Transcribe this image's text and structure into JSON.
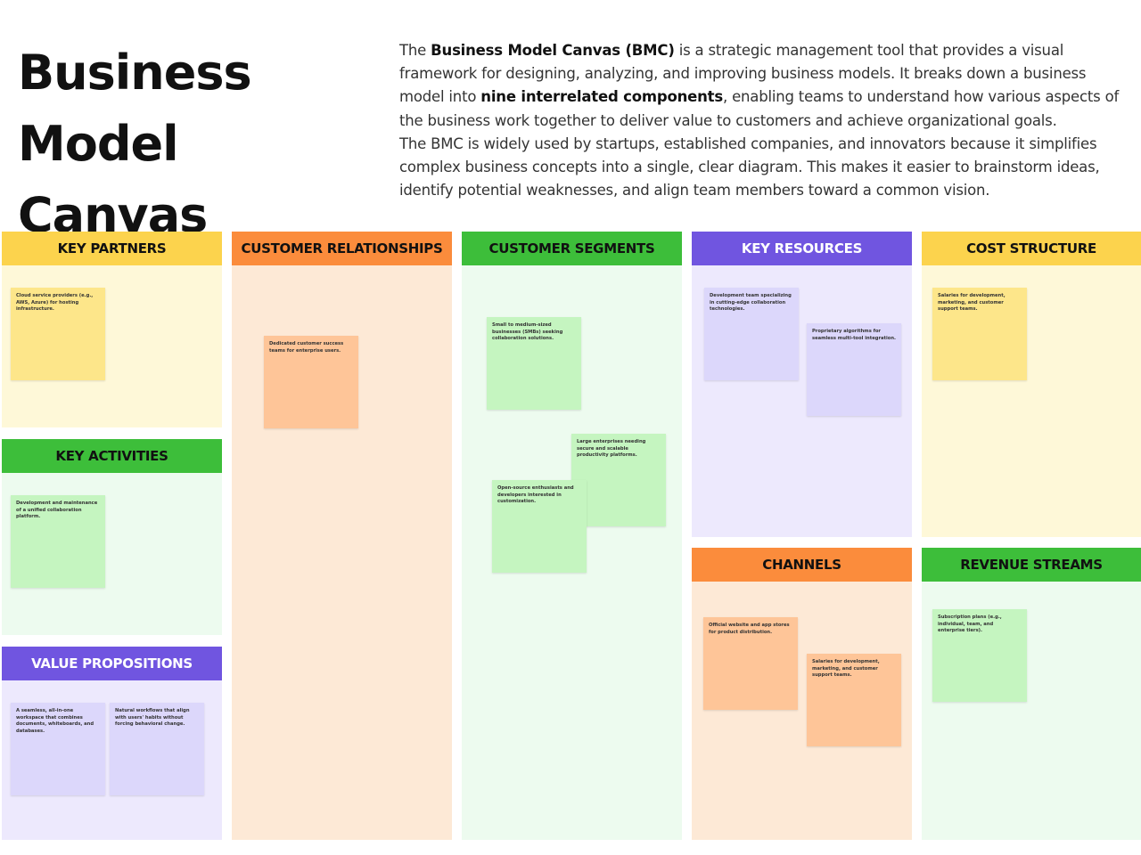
{
  "title": {
    "line1": "Business Model",
    "line2": "Canvas"
  },
  "description": {
    "p1_a": "The ",
    "p1_b": "Business Model Canvas (BMC)",
    "p1_c": " is a strategic management tool that provides a visual framework for designing, analyzing, and improving business models. It breaks down a business model into ",
    "p1_d": "nine interrelated components",
    "p1_e": ", enabling teams to understand how various aspects of the business work together to deliver value to customers and achieve organizational goals.",
    "p2": "The BMC is widely used by startups, established companies, and innovators because it simplifies complex business concepts into a single, clear diagram. This makes it easier to brainstorm ideas, identify potential weaknesses, and align team members toward a common vision."
  },
  "sections": {
    "key_partners": {
      "title": "KEY PARTNERS",
      "notes": [
        "Cloud service providers (e.g., AWS, Azure) for hosting infrastructure."
      ]
    },
    "key_activities": {
      "title": "KEY ACTIVITIES",
      "notes": [
        "Development and maintenance of a unified collaboration platform."
      ]
    },
    "value_propositions": {
      "title": "VALUE PROPOSITIONS",
      "notes": [
        "A seamless, all-in-one workspace that combines documents, whiteboards, and databases.",
        "Natural workflows that align with users' habits without forcing behavioral change."
      ]
    },
    "customer_relationships": {
      "title": "CUSTOMER RELATIONSHIPS",
      "notes": [
        "Dedicated customer success teams for enterprise users."
      ]
    },
    "customer_segments": {
      "title": "CUSTOMER SEGMENTS",
      "notes": [
        "Small to medium-sized businesses (SMBs) seeking collaboration solutions.",
        "Large enterprises needing secure and scalable productivity platforms.",
        "Open-source enthusiasts and developers interested in customization."
      ]
    },
    "key_resources": {
      "title": "KEY RESOURCES",
      "notes": [
        "Development team specializing in cutting-edge collaboration technologies.",
        "Proprietary algorithms for seamless multi-tool integration."
      ]
    },
    "channels": {
      "title": "CHANNELS",
      "notes": [
        "Official website and app stores for product distribution.",
        "Salaries for development, marketing, and customer support teams."
      ]
    },
    "cost_structure": {
      "title": "COST STRUCTURE",
      "notes": [
        "Salaries for development, marketing, and customer support teams."
      ]
    },
    "revenue_streams": {
      "title": "REVENUE STREAMS",
      "notes": [
        "Subscription plans (e.g., individual, team, and enterprise tiers)."
      ]
    }
  }
}
